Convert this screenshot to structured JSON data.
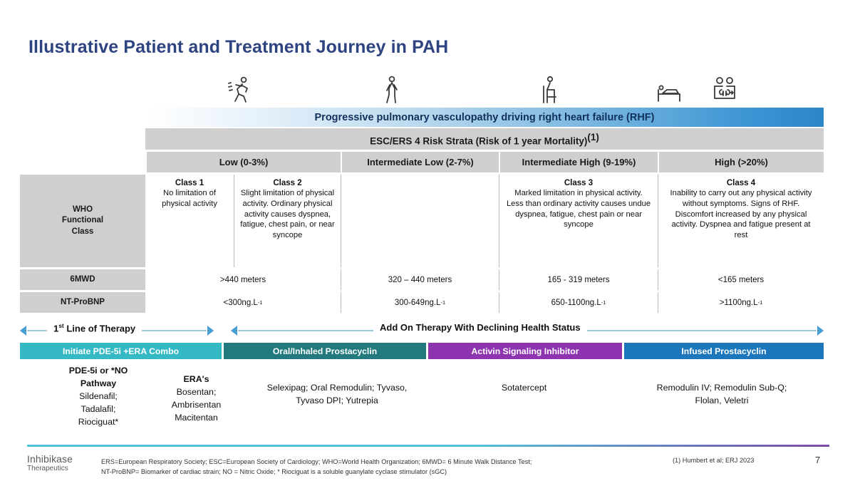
{
  "slide": {
    "title": "Illustrative Patient and Treatment Journey in PAH",
    "page_number": "7"
  },
  "icons": [
    {
      "name": "running-person-icon",
      "label": "Running person"
    },
    {
      "name": "walking-person-icon",
      "label": "Walking person"
    },
    {
      "name": "person-with-cane-icon",
      "label": "Person seated with cane"
    },
    {
      "name": "person-in-bed-icon",
      "label": "Person in bed"
    },
    {
      "name": "caregivers-oxygen-icon",
      "label": "Caregivers with oxygen"
    }
  ],
  "banner": {
    "text": "Progressive pulmonary vasculopathy driving right heart failure (RHF)"
  },
  "strata_header": {
    "text": "ESC/ERS 4 Risk Strata (Risk of 1 year Mortality)",
    "superscript": "(1)"
  },
  "strata": [
    {
      "label": "Low (0-3%)"
    },
    {
      "label": "Intermediate Low (2-7%)"
    },
    {
      "label": "Intermediate High (9-19%)"
    },
    {
      "label": "High (>20%)"
    }
  ],
  "rows": {
    "who": {
      "label": "WHO\nFunctional\nClass",
      "label_lines": [
        "WHO",
        "Functional",
        "Class"
      ],
      "cells": [
        {
          "title": "Class 1",
          "desc": "No limitation of physical activity"
        },
        {
          "title": "Class 2",
          "desc": "Slight limitation of physical activity. Ordinary physical activity causes dyspnea, fatigue, chest pain, or near syncope"
        },
        {
          "title": "",
          "desc": ""
        },
        {
          "title": "Class 3",
          "desc": "Marked limitation in physical activity.  Less than ordinary activity causes undue dyspnea, fatigue, chest pain or near syncope"
        },
        {
          "title": "Class 4",
          "desc": "Inability to carry out any physical activity without symptoms.  Signs of RHF.  Discomfort increased by any physical activity.  Dyspnea and fatigue present at rest"
        }
      ]
    },
    "sixmwd": {
      "label": "6MWD",
      "values": [
        ">440 meters",
        "320 – 440 meters",
        "165 - 319 meters",
        "<165 meters"
      ]
    },
    "ntprobnp": {
      "label": "NT-ProBNP",
      "values": [
        {
          "text": "<300ng.L",
          "sup": "-1"
        },
        {
          "text": "300-649ng.L",
          "sup": "-1"
        },
        {
          "text": "650-1100ng.L",
          "sup": "-1"
        },
        {
          "text": ">1100ng.L",
          "sup": "-1"
        }
      ]
    }
  },
  "arrows": [
    {
      "label_pre": "1",
      "label_sup": "st",
      "label_post": " Line of Therapy"
    },
    {
      "label": "Add On Therapy With Declining Health Status"
    }
  ],
  "therapy_bars": [
    {
      "label": "Initiate PDE-5i +ERA Combo",
      "color": "#35b9c4"
    },
    {
      "label": "Oral/Inhaled Prostacyclin",
      "color": "#227a7e"
    },
    {
      "label": "Activin Signaling Inhibitor",
      "color": "#8e34b0"
    },
    {
      "label": "Infused Prostacyclin",
      "color": "#1b76bc"
    }
  ],
  "drugs": [
    {
      "heading_lines": [
        "PDE-5i or *NO",
        "Pathway"
      ],
      "body_lines": [
        "Sildenafil;",
        "Tadalafil;",
        "Riociguat*"
      ]
    },
    {
      "heading_lines": [
        "ERA's"
      ],
      "body_lines": [
        "Bosentan;",
        "Ambrisentan",
        "Macitentan"
      ]
    },
    {
      "heading_lines": [],
      "body_lines": [
        "Selexipag; Oral Remodulin; Tyvaso,",
        "Tyvaso DPI; Yutrepia"
      ]
    },
    {
      "heading_lines": [],
      "body_lines": [
        "Sotatercept"
      ]
    },
    {
      "heading_lines": [],
      "body_lines": [
        "Remodulin IV; Remodulin Sub-Q;",
        "Flolan, Veletri"
      ]
    }
  ],
  "footer": {
    "logo_line1": "Inhibikase",
    "logo_line2": "Therapeutics",
    "abbreviations_line1": "ERS=European Respiratory Society; ESC=European Society of Cardiology; WHO=World Health Organization; 6MWD= 6 Minute Walk Distance Test;",
    "abbreviations_line2": "NT-ProBNP= Biomarker of cardiac strain; NO = Nitric Oxide; * Riociguat is a soluble guanylate cyclase stimulator (sGC)",
    "citation": "(1) Humbert et al; ERJ 2023"
  },
  "colors": {
    "title_blue": "#2e4480",
    "band_gray": "#cfcfcf",
    "banner_end_blue": "#2b86c8",
    "arrow_blue": "#4a9fd4",
    "rule_teal": "#4fc3d9",
    "rule_purple": "#7d4aa8"
  }
}
